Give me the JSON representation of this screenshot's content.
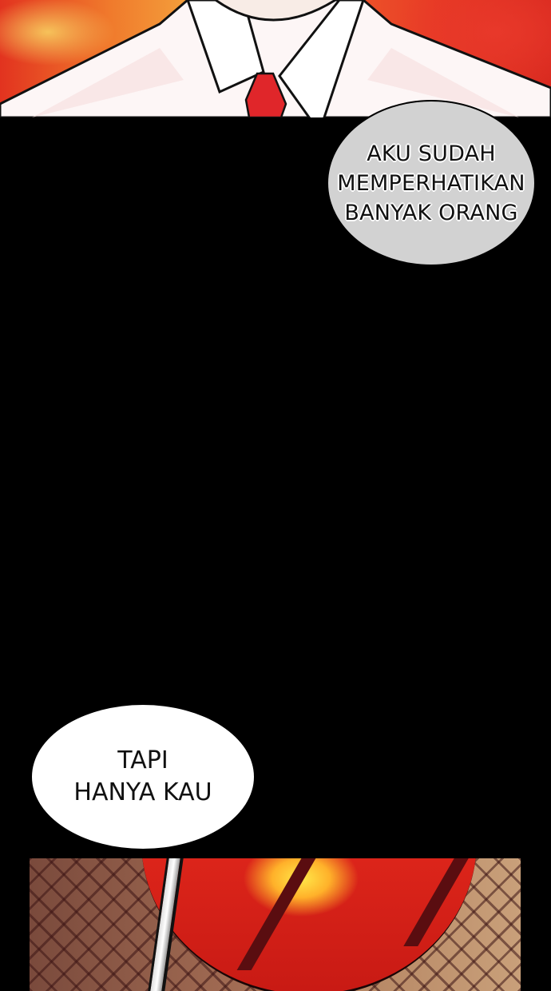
{
  "panels": [
    {
      "id": "top-panel",
      "description": "Man in white shirt with red tie against fiery red-orange background",
      "colors": {
        "background": "#e73a25",
        "highlight": "#f4a13c",
        "shirt": "#ffffff",
        "tie": "#e0262a"
      }
    },
    {
      "id": "bottom-panel",
      "description": "Close-up of snake-scale textured eye with glowing red iris and sword",
      "colors": {
        "scales": "#a06a52",
        "iris": "#e3281c",
        "glow": "#ffe94a"
      }
    }
  ],
  "speech_bubbles": {
    "first": {
      "lines": [
        "AKU SUDAH",
        "MEMPERHATIKAN",
        "BANYAK ORANG"
      ],
      "fill": "#d2d2d2"
    },
    "second": {
      "lines": [
        "TAPI",
        "HANYA KAU"
      ],
      "fill": "#ffffff"
    }
  }
}
